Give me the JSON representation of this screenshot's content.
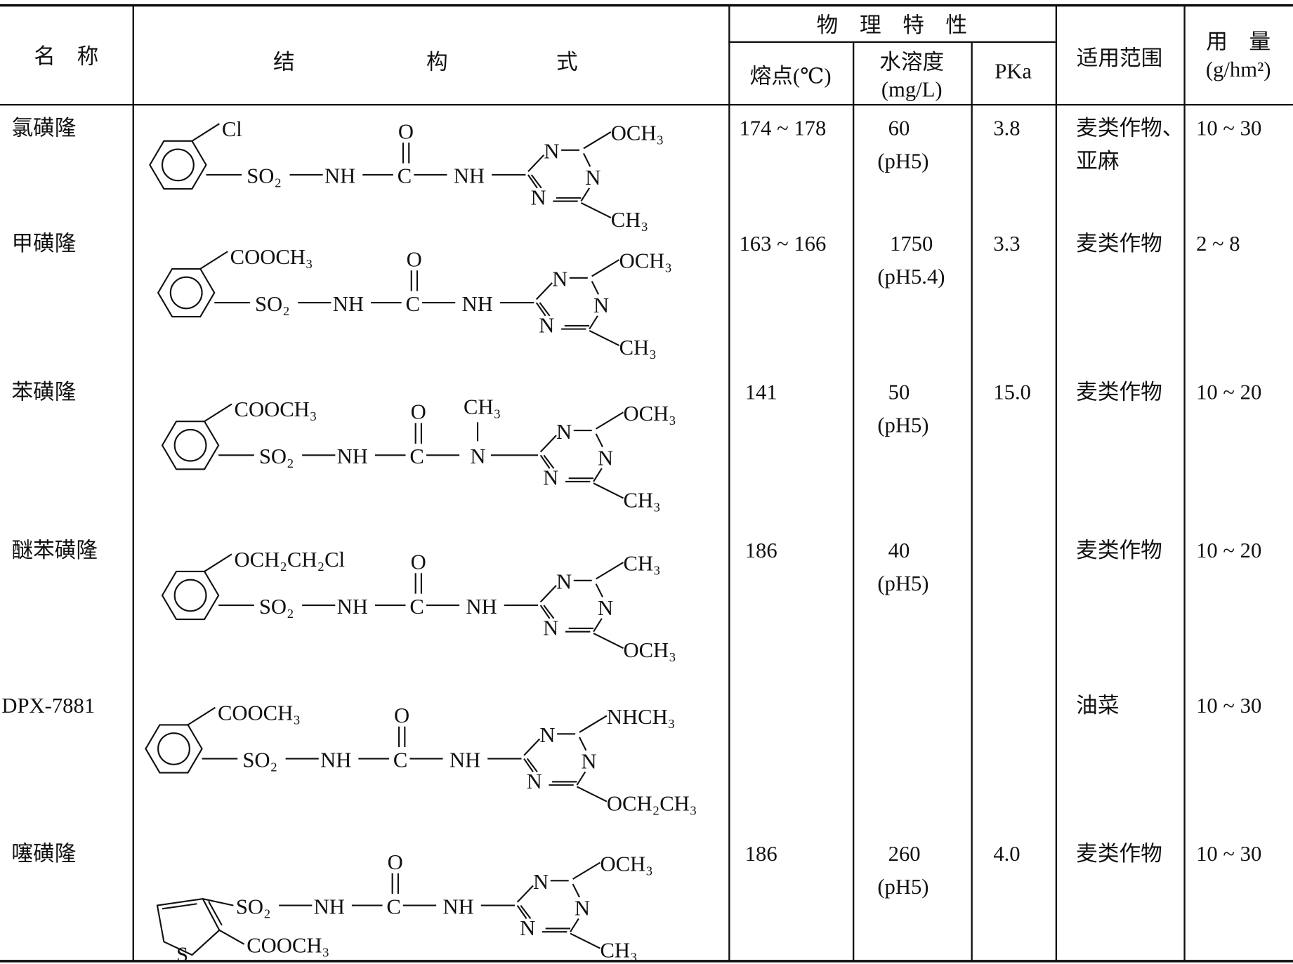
{
  "header": {
    "name": "名　称",
    "structure": [
      "结",
      "构",
      "式"
    ],
    "physical_properties": "物　理　特　性",
    "melting_point": "熔点(℃)",
    "solubility": "水溶度",
    "solubility_unit": "(mg/L)",
    "pka": "PKa",
    "scope": "适用范围",
    "dosage": "用　量",
    "dosage_unit": "(g/hm²)"
  },
  "chain": {
    "so2": "SO₂",
    "nh": "NH",
    "c": "C",
    "o": "O",
    "n": "N",
    "ch3": "CH₃",
    "s": "S"
  },
  "rows": [
    {
      "name": "氯磺隆",
      "substituent": "Cl",
      "triazine_top": "OCH₃",
      "triazine_bottom": "CH₃",
      "mp": "174 ~ 178",
      "sol": "60",
      "sol_ph": "(pH5)",
      "pka": "3.8",
      "scope": "麦类作物、",
      "scope2": "亚麻",
      "dose": "10 ~ 30"
    },
    {
      "name": "甲磺隆",
      "substituent": "COOCH₃",
      "triazine_top": "OCH₃",
      "triazine_bottom": "CH₃",
      "mp": "163 ~ 166",
      "sol": "1750",
      "sol_ph": "(pH5.4)",
      "pka": "3.3",
      "scope": "麦类作物",
      "scope2": "",
      "dose": "2 ~ 8"
    },
    {
      "name": "苯磺隆",
      "substituent": "COOCH₃",
      "triazine_top": "OCH₃",
      "triazine_bottom": "CH₃",
      "mp": "141",
      "sol": "50",
      "sol_ph": "(pH5)",
      "pka": "15.0",
      "scope": "麦类作物",
      "scope2": "",
      "dose": "10 ~ 20"
    },
    {
      "name": "醚苯磺隆",
      "substituent": "OCH₂CH₂Cl",
      "triazine_top": "CH₃",
      "triazine_bottom": "OCH₃",
      "mp": "186",
      "sol": "40",
      "sol_ph": "(pH5)",
      "pka": "",
      "scope": "麦类作物",
      "scope2": "",
      "dose": "10 ~ 20"
    },
    {
      "name": "DPX-7881",
      "substituent": "COOCH₃",
      "triazine_top": "NHCH₃",
      "triazine_bottom": "OCH₂CH₃",
      "mp": "",
      "sol": "",
      "sol_ph": "",
      "pka": "",
      "scope": "油菜",
      "scope2": "",
      "dose": "10 ~ 30"
    },
    {
      "name": "噻磺隆",
      "substituent": "COOCH₃",
      "triazine_top": "OCH₃",
      "triazine_bottom": "CH₃",
      "mp": "186",
      "sol": "260",
      "sol_ph": "(pH5)",
      "pka": "4.0",
      "scope": "麦类作物",
      "scope2": "",
      "dose": "10 ~ 30"
    }
  ]
}
